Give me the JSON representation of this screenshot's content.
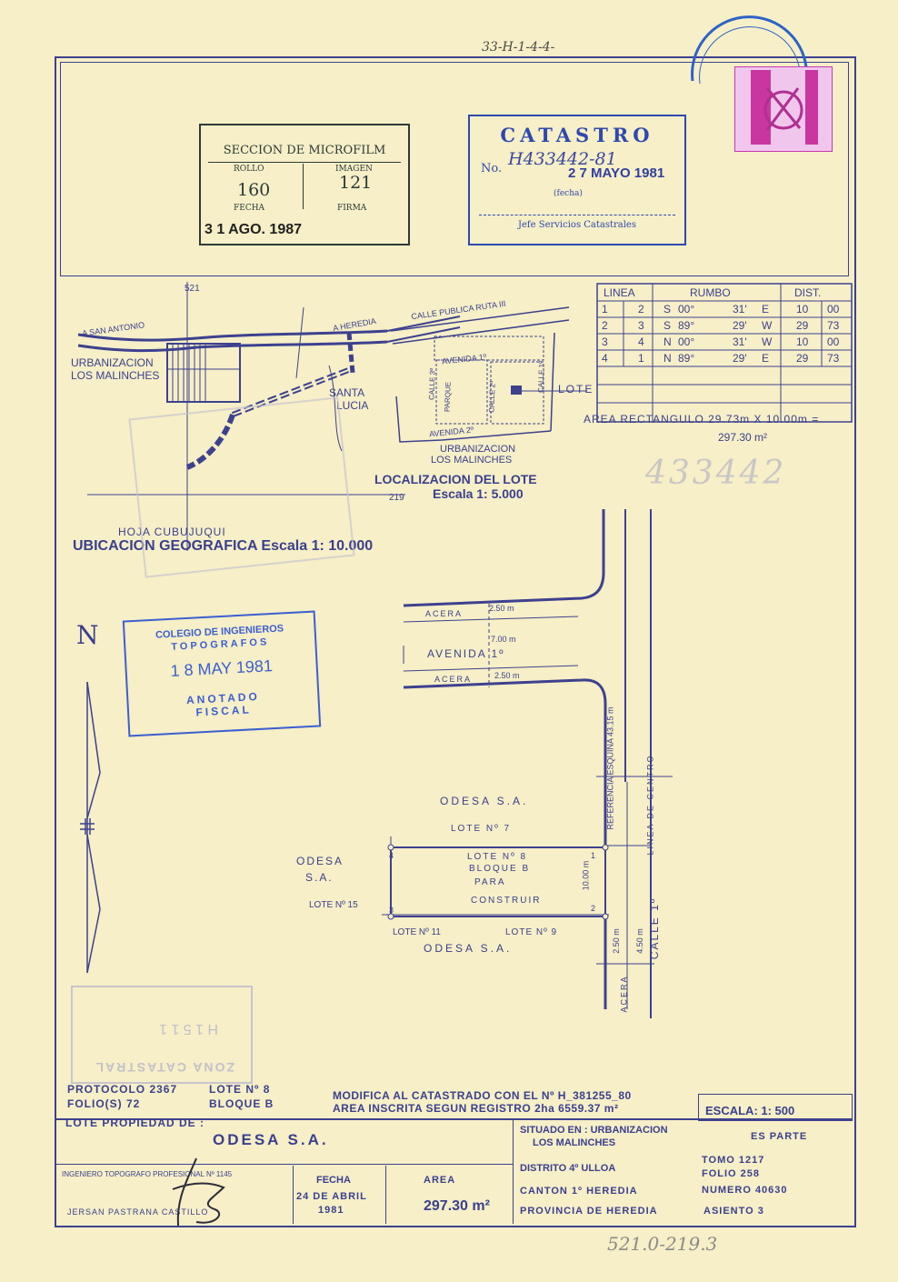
{
  "top_ref": "33-H-1-4-4-",
  "microfilm": {
    "title": "SECCION DE MICROFILM",
    "rollo_label": "ROLLO",
    "rollo_value": "160",
    "imagen_label": "IMAGEN",
    "imagen_value": "121",
    "fecha_label": "FECHA",
    "firma_label": "FIRMA",
    "fecha_value": "3 1 AGO. 1987"
  },
  "catastro": {
    "title": "CATASTRO",
    "no_label": "No.",
    "number": "H433442-81",
    "date": "2 7 MAYO 1981",
    "fecha_label": "(fecha)",
    "role": "Jefe Servicios Catastrales"
  },
  "survey_table": {
    "headers": [
      "LINEA",
      "RUMBO",
      "DIST."
    ],
    "rows": [
      [
        "1",
        "2",
        "S",
        "00°",
        "31'",
        "E",
        "10",
        "00"
      ],
      [
        "2",
        "3",
        "S",
        "89°",
        "29'",
        "W",
        "29",
        "73"
      ],
      [
        "3",
        "4",
        "N",
        "00°",
        "31'",
        "W",
        "10",
        "00"
      ],
      [
        "4",
        "1",
        "N",
        "89°",
        "29'",
        "E",
        "29",
        "73"
      ]
    ],
    "area_line": "AREA RECTANGULO 29.73m X 10.00m =",
    "area_result": "297.30 m²"
  },
  "map_labels": {
    "grid_top": "521",
    "grid_bottom": "219",
    "san_antonio": "A SAN ANTONIO",
    "heredia": "A HEREDIA",
    "urb": "URBANIZACION",
    "malinches": "LOS MALINCHES",
    "santa": "SANTA",
    "lucia": "LUCIA",
    "calle_publica": "CALLE PUBLICA RUTA III",
    "avenida1": "AVENIDA 1º",
    "avenida2": "AVENIDA 2º",
    "calle1": "CALLE 1º",
    "calle2": "CALLE 2º",
    "calle3": "CALLE 3º",
    "parque": "PARQUE",
    "lote": "LOTE",
    "hoja": "HOJA CUBUJUQUI",
    "ubicacion": "UBICACION GEOGRAFICA Escala 1: 10.000",
    "localizacion": "LOCALIZACION DEL LOTE",
    "escala_loc": "Escala 1: 5.000",
    "handwritten": "433442"
  },
  "colegio_stamp": {
    "line1": "COLEGIO DE INGENIEROS",
    "line2": "TOPOGRAFOS",
    "date": "1 8 MAY 1981",
    "line3": "ANOTADO",
    "line4": "FISCAL"
  },
  "plan": {
    "north": "N",
    "acera": "ACERA",
    "acera_w": "2.50 m",
    "avenida_w": "7.00 m",
    "avenida": "AVENIDA 1º",
    "odesa_top": "ODESA S.A.",
    "lote7": "LOTE Nº 7",
    "odesa_left1": "ODESA",
    "odesa_left2": "S.A.",
    "lote15": "LOTE Nº 15",
    "lote8": "LOTE Nº 8",
    "bloque": "BLOQUE  B",
    "para": "PARA",
    "construir": "CONSTRUIR",
    "lote11": "LOTE Nº 11",
    "lote9": "LOTE Nº 9",
    "odesa_bottom": "ODESA  S.A.",
    "ten": "10.00 m",
    "referencia": "REFERENCIA ESQUINA 43.15 m",
    "linea_centro": "LINEA DE CENTRO",
    "calle1": "CALLE 1º",
    "w250": "2.50 m",
    "w450": "4.50 m",
    "acera_v": "ACERA"
  },
  "zona_stamp": {
    "title": "ZONA CATASTRAL",
    "number": "H  1 5 1 1"
  },
  "footer": {
    "protocolo": "PROTOCOLO 2367",
    "folios": "FOLIO(S) 72",
    "lote": "LOTE Nº  8",
    "bloque": "BLOQUE   B",
    "modifica": "MODIFICA AL CATASTRADO CON EL Nº H_381255_80",
    "area_inscrita": "AREA INSCRITA SEGUN REGISTRO 2ha 6559.37 m²",
    "escala": "ESCALA: 1: 500",
    "lote_prop_label": "LOTE PROPIEDAD DE :",
    "lote_prop_value": "ODESA S.A.",
    "situado_label": "SITUADO EN : URBANIZACION",
    "situado_value": "LOS MALINCHES",
    "es_parte": "ES PARTE",
    "distrito": "DISTRITO 4º ULLOA",
    "canton": "CANTON  1º  HEREDIA",
    "provincia": "PROVINCIA DE HEREDIA",
    "tomo": "TOMO  1217",
    "folio": "FOLIO  258",
    "numero": "NUMERO  40630",
    "asiento": "ASIENTO  3",
    "ingeniero": "INGENIERO TOPOGRAFO PROFESIONAL Nº 1145",
    "ingeniero_name": "JERSAN PASTRANA CASTILLO",
    "fecha_label": "FECHA",
    "fecha_value1": "24 DE ABRIL",
    "fecha_value2": "1981",
    "area_label": "AREA",
    "area_value": "297.30 m²"
  },
  "bottom_handwritten": "521.0-219.3"
}
